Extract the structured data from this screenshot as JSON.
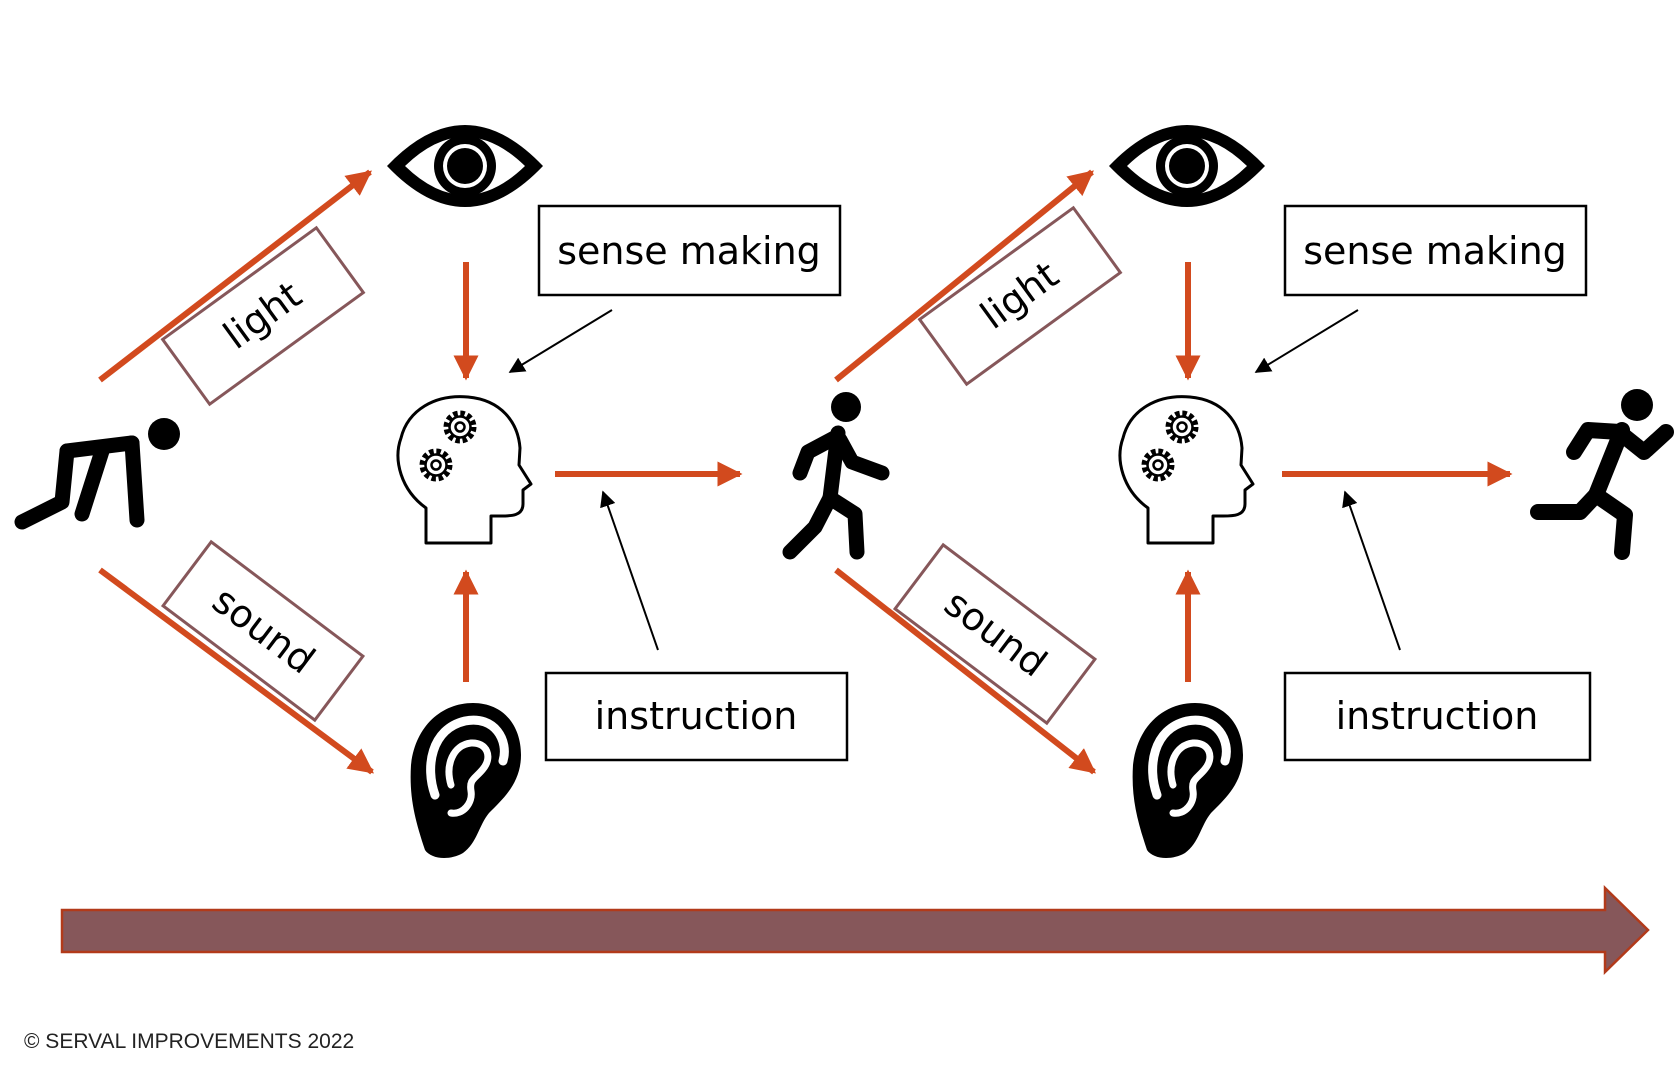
{
  "labels": {
    "sense_making": "sense making",
    "instruction": "instruction",
    "light": "light",
    "sound": "sound"
  },
  "copyright": "© SERVAL IMPROVEMENTS 2022",
  "colors": {
    "flow_arrow": "#d24a1e",
    "pointer_arrow": "#000000",
    "tag_border": "#86575a",
    "timeline_fill": "#86575a",
    "timeline_border": "#b23a1a",
    "icon": "#000000"
  },
  "icons": [
    "crouching-runner-icon",
    "eye-icon",
    "brain-gears-icon",
    "ear-icon",
    "walking-person-icon",
    "running-person-icon"
  ]
}
